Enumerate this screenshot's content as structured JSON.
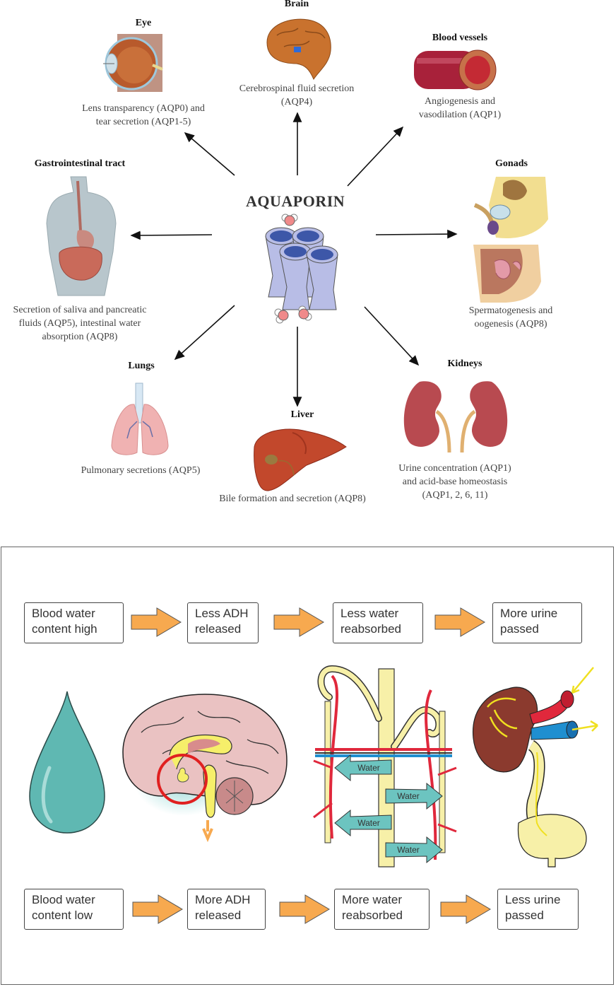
{
  "aquaporin_diagram": {
    "center_title": "AQUAPORIN",
    "organs": [
      {
        "title": "Eye",
        "desc": [
          "Lens transparency (AQP0) and",
          "tear secretion (AQP1-5)"
        ]
      },
      {
        "title": "Brain",
        "desc": [
          "Cerebrospinal fluid secretion",
          "(AQP4)"
        ]
      },
      {
        "title": "Blood vessels",
        "desc": [
          "Angiogenesis and",
          "vasodilation (AQP1)"
        ]
      },
      {
        "title": "Gastrointestinal tract",
        "desc": [
          "Secretion of saliva and pancreatic",
          "fluids (AQP5), intestinal water",
          "absorption (AQP8)"
        ]
      },
      {
        "title": "Gonads",
        "desc": [
          "Spermatogenesis and",
          "oogenesis (AQP8)"
        ]
      },
      {
        "title": "Lungs",
        "desc": [
          "Pulmonary secretions (AQP5)"
        ]
      },
      {
        "title": "Liver",
        "desc": [
          "Bile formation and secretion (AQP8)"
        ]
      },
      {
        "title": "Kidneys",
        "desc": [
          "Urine concentration (AQP1)",
          "and acid-base homeostasis",
          "(AQP1, 2, 6, 11)"
        ]
      }
    ]
  },
  "adh_panel": {
    "top_flow": [
      [
        "Blood water",
        "content high"
      ],
      [
        "Less ADH",
        "released"
      ],
      [
        "Less water",
        "reabsorbed"
      ],
      [
        "More urine",
        "passed"
      ]
    ],
    "bottom_flow": [
      [
        "Blood water",
        "content low"
      ],
      [
        "More ADH",
        "released"
      ],
      [
        "More water",
        "reabsorbed"
      ],
      [
        "Less urine",
        "passed"
      ]
    ],
    "water_labels": [
      "Water",
      "Water",
      "Water",
      "Water"
    ],
    "colors": {
      "flow_arrow": "#f7a94f",
      "water_drop": "#5fb8b2",
      "water_arrow": "#6cc4c0",
      "highlight_circle": "#e02020",
      "artery": "#e0283c",
      "vein": "#1f8fd0",
      "tubule": "#f7f0a8"
    }
  }
}
